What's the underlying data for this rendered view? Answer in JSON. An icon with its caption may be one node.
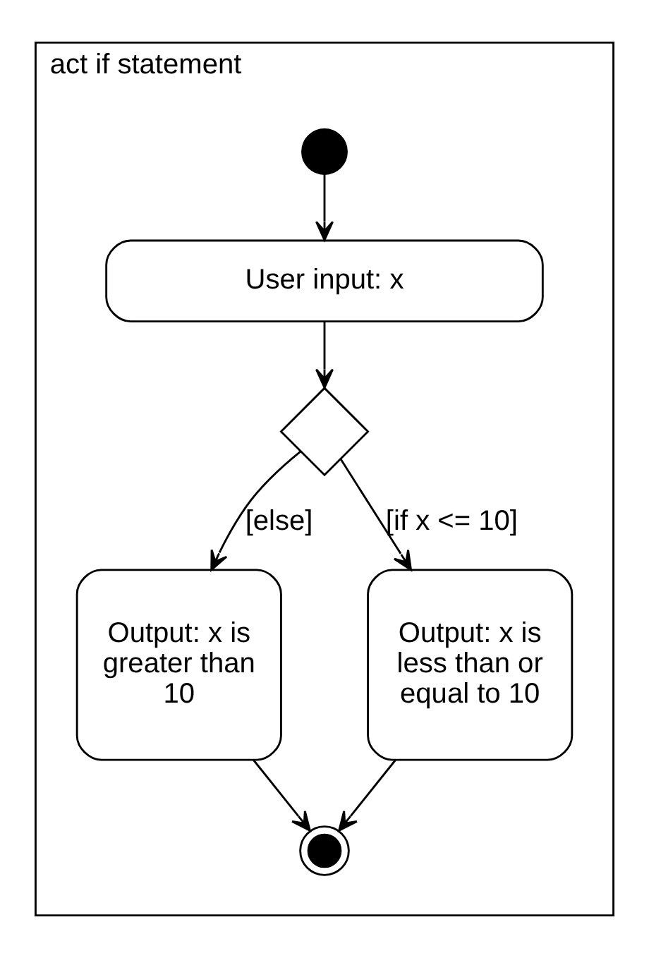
{
  "diagram": {
    "nodes": [
      {
        "text": [
          "act if statement"
        ]
      },
      {
        "text": [],
        "shape": "circle",
        "in": 0
      },
      {
        "text": [
          "User input: x"
        ],
        "in": 0
      },
      {
        "text": [],
        "shape": "diamond",
        "in": 0
      },
      {
        "text": [
          "Output: x is greater than 10"
        ],
        "in": 0
      },
      {
        "text": [
          "Output: x is less than or equal to 10"
        ],
        "in": 0
      },
      {
        "text": [],
        "shape": "circle",
        "in": 0
      }
    ],
    "edges": [
      {
        "from": 1,
        "to": 2,
        "arrow": "to"
      },
      {
        "from": 2,
        "to": 3,
        "arrow": "to"
      },
      {
        "from": 3,
        "to": 4,
        "arrow": "to",
        "label": "[else]"
      },
      {
        "from": 3,
        "to": 5,
        "arrow": "to",
        "label": "[if x <= 10]"
      },
      {
        "from": 4,
        "to": 6,
        "arrow": "to"
      },
      {
        "from": 5,
        "to": 6,
        "arrow": "to"
      }
    ]
  }
}
